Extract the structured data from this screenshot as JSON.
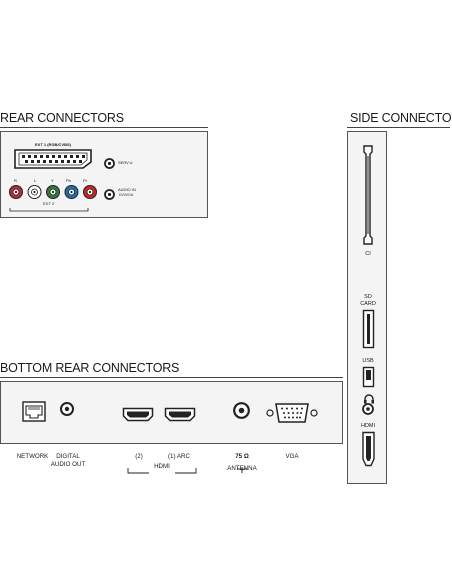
{
  "rear": {
    "heading": "REAR CONNECTORS",
    "scart_label": "EXT 1 (RGB/CVBS)",
    "jack_letters": [
      "R",
      "L",
      "Y",
      "Pb",
      "Pr"
    ],
    "jack_colors": [
      "#c62828",
      "#ffffff",
      "#2e7d32",
      "#1e6fb3",
      "#c62828"
    ],
    "ext2_label": "EXT 2",
    "serv_label": "SERV.U",
    "audio_in_label": "AUDIO IN",
    "audio_in_sub": "DVI/VGA"
  },
  "side": {
    "heading": "SIDE CONNECTORS",
    "ci_label": "CI",
    "sd_label_1": "SD",
    "sd_label_2": "CARD",
    "usb_label": "USB",
    "hdmi_label": "HDMI"
  },
  "bottom": {
    "heading": "BOTTOM REAR CONNECTORS",
    "network_label": "NETWORK",
    "digital_label_1": "DIGITAL",
    "digital_label_2": "AUDIO OUT",
    "hdmi2_label": "(2)",
    "hdmi1_label": "(1) ARC",
    "hdmi_group_label": "HDMI",
    "antenna_ohm": "75 Ω",
    "antenna_label": "ANTENNA",
    "vga_label": "VGA"
  }
}
